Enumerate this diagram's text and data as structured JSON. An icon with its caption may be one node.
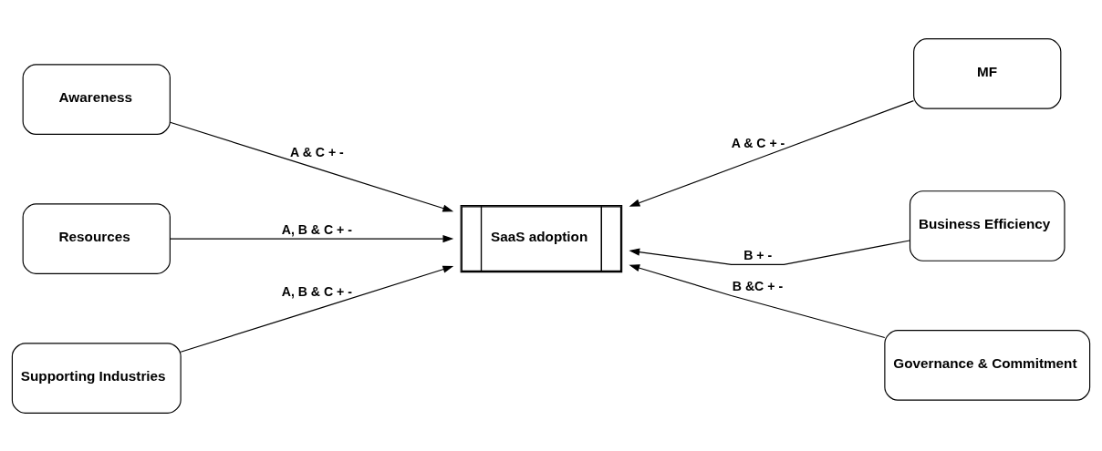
{
  "diagram": {
    "nodes": [
      {
        "text": [
          "Awareness"
        ]
      },
      {
        "text": [
          "MF"
        ]
      },
      {
        "text": [
          "Resources"
        ]
      },
      {
        "text": [
          "SaaS adoption"
        ]
      },
      {
        "text": [
          "Business Efficiency"
        ]
      },
      {
        "text": [
          "Supporting Industries"
        ]
      },
      {
        "text": [
          "Governance & Commitment"
        ]
      }
    ],
    "edges": [
      {
        "from": 0,
        "to": 3,
        "arrow": "to",
        "label": "A & C + -"
      },
      {
        "from": 1,
        "to": 3,
        "arrow": "to",
        "label": "A & C + -"
      },
      {
        "from": 2,
        "to": 3,
        "arrow": "to",
        "label": "A, B & C + -"
      },
      {
        "from": 4,
        "to": 3,
        "arrow": "to",
        "label": "B + -"
      },
      {
        "from": 5,
        "to": 3,
        "arrow": "to",
        "label": "A, B & C + -"
      },
      {
        "from": 6,
        "to": 3,
        "arrow": "to",
        "label": "B &C + -"
      }
    ]
  }
}
